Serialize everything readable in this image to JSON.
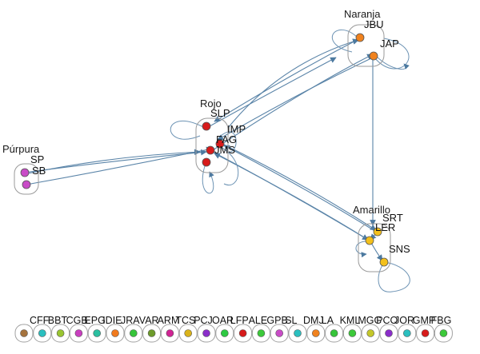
{
  "colors": {
    "naranja": "#f0821e",
    "rojo": "#d71b1b",
    "purpura": "#c94cc7",
    "amarillo": "#f3c01b",
    "edge": "#5a84a8",
    "cluster_border": "#9a9a9a"
  },
  "groups": [
    {
      "name": "Naranja",
      "color": "#f0821e",
      "nodes": [
        "JBU",
        "JAP"
      ]
    },
    {
      "name": "Rojo",
      "color": "#d71b1b",
      "nodes": [
        "SLP",
        "IMP",
        "FAG",
        "JMS"
      ]
    },
    {
      "name": "Púrpura",
      "color": "#c94cc7",
      "nodes": [
        "SP",
        "SB"
      ]
    },
    {
      "name": "Amarillo",
      "color": "#f3c01b",
      "nodes": [
        "SRT",
        "LER",
        "SNS"
      ]
    }
  ],
  "legend": [
    {
      "label": "CFF",
      "color": "#a5733e"
    },
    {
      "label": "BBT",
      "color": "#2bbfbf"
    },
    {
      "label": "CGB",
      "color": "#9ac531"
    },
    {
      "label": "EPG",
      "color": "#c93fbf"
    },
    {
      "label": "IDIE",
      "color": "#2bbfa0"
    },
    {
      "label": "JRA",
      "color": "#f07a1e"
    },
    {
      "label": "VAR",
      "color": "#36c43a"
    },
    {
      "label": "ARM",
      "color": "#6d9b2a"
    },
    {
      "label": "TCS",
      "color": "#d02494"
    },
    {
      "label": "PCJ",
      "color": "#d9b21a"
    },
    {
      "label": "OAR",
      "color": "#8a2ec9"
    },
    {
      "label": "LFP",
      "color": "#2ec942"
    },
    {
      "label": "ALE",
      "color": "#d71b1b"
    },
    {
      "label": "GPB",
      "color": "#3cc93a"
    },
    {
      "label": "SL",
      "color": "#c94cc7"
    },
    {
      "label": "DMJ",
      "color": "#2bbfbf"
    },
    {
      "label": "LA",
      "color": "#f0821e"
    },
    {
      "label": "KML",
      "color": "#36c43a"
    },
    {
      "label": "MGG",
      "color": "#3cc93a"
    },
    {
      "label": "PCO",
      "color": "#c4c72a"
    },
    {
      "label": "JOR",
      "color": "#8a2ec9"
    },
    {
      "label": "GMP",
      "color": "#2bbfbf"
    },
    {
      "label": "FBG",
      "color": "#d71b1b"
    },
    {
      "label": "",
      "color": "#3cc93a"
    }
  ]
}
